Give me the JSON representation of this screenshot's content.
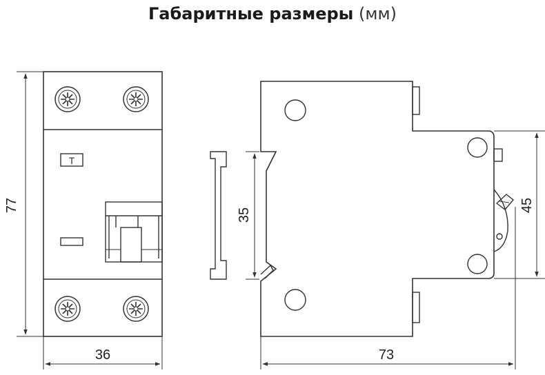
{
  "title": {
    "main": "Габаритные размеры",
    "unit": "(мм)"
  },
  "front_view": {
    "indicator_label": "T",
    "dim_height": "77",
    "dim_width": "36"
  },
  "side_view": {
    "dim_rail": "35",
    "dim_depth": "73",
    "dim_face": "45"
  }
}
